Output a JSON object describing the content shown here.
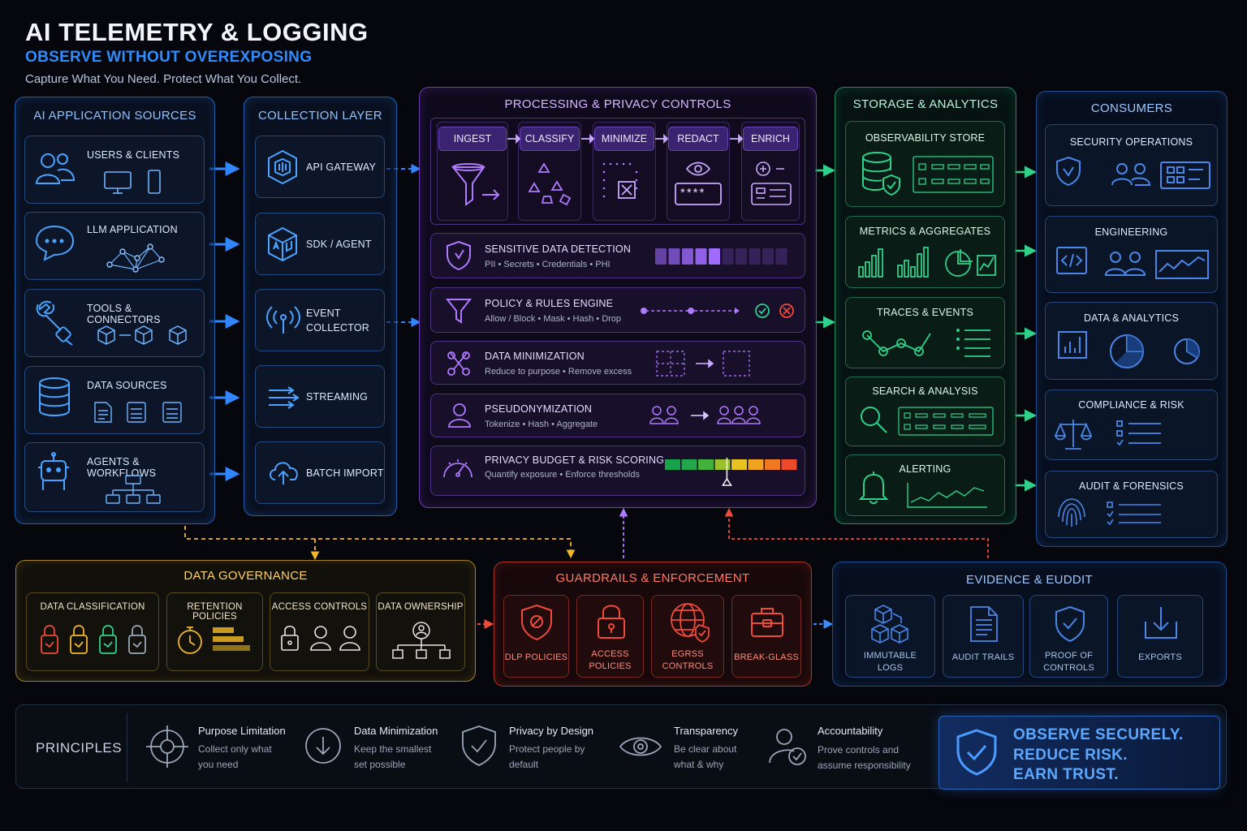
{
  "header": {
    "title": "AI TELEMETRY & LOGGING",
    "subtitle": "OBSERVE WITHOUT OVEREXPOSING",
    "tagline": "Capture What You Need. Protect What You Collect."
  },
  "sources": {
    "title": "AI APPLICATION SOURCES",
    "items": [
      {
        "label": "USERS & CLIENTS",
        "icon": "users-icon"
      },
      {
        "label": "LLM APPLICATION",
        "icon": "chat-icon"
      },
      {
        "label": "TOOLS & CONNECTORS",
        "icon": "wrench-icon"
      },
      {
        "label": "DATA SOURCES",
        "icon": "database-icon"
      },
      {
        "label": "AGENTS & WORKFLOWS",
        "icon": "robot-icon"
      }
    ]
  },
  "collection": {
    "title": "COLLECTION LAYER",
    "items": [
      {
        "label": "API GATEWAY",
        "icon": "gateway-cube-icon"
      },
      {
        "label": "SDK / AGENT",
        "icon": "sdk-cube-icon"
      },
      {
        "label_line1": "EVENT",
        "label_line2": "COLLECTOR",
        "icon": "broadcast-icon"
      },
      {
        "label": "STREAMING",
        "icon": "stream-icon"
      },
      {
        "label": "BATCH IMPORT",
        "icon": "cloud-upload-icon"
      }
    ]
  },
  "processing": {
    "title": "PROCESSING & PRIVACY CONTROLS",
    "stages": [
      "INGEST",
      "CLASSIFY",
      "MINIMIZE",
      "REDACT",
      "ENRICH"
    ],
    "redact_mask": "****",
    "controls": [
      {
        "title": "SENSITIVE DATA DETECTION",
        "subtitle": "PII • Secrets • Credentials • PHI"
      },
      {
        "title": "POLICY & RULES ENGINE",
        "subtitle": "Allow / Block • Mask • Hash • Drop"
      },
      {
        "title": "DATA MINIMIZATION",
        "subtitle": "Reduce to purpose • Remove excess"
      },
      {
        "title": "PSEUDONYMIZATION",
        "subtitle": "Tokenize • Hash • Aggregate"
      },
      {
        "title": "PRIVACY BUDGET & RISK SCORING",
        "subtitle": "Quantify exposure • Enforce thresholds"
      }
    ],
    "detection_level": 0.5,
    "risk_level": 0.47
  },
  "storage": {
    "title": "STORAGE & ANALYTICS",
    "items": [
      "OBSERVABILITY STORE",
      "METRICS & AGGREGATES",
      "TRACES & EVENTS",
      "SEARCH & ANALYSIS",
      "ALERTING"
    ]
  },
  "consumers": {
    "title": "CONSUMERS",
    "items": [
      "SECURITY OPERATIONS",
      "ENGINEERING",
      "DATA & ANALYTICS",
      "COMPLIANCE & RISK",
      "AUDIT & FORENSICS"
    ]
  },
  "governance": {
    "title": "DATA GOVERNANCE",
    "items": [
      "DATA CLASSIFICATION",
      "RETENTION POLICIES",
      "ACCESS CONTROLS",
      "DATA OWNERSHIP"
    ]
  },
  "guardrails": {
    "title": "GUARDRAILS & ENFORCEMENT",
    "items": [
      {
        "line1": "DLP POLICIES",
        "line2": ""
      },
      {
        "line1": "ACCESS",
        "line2": "POLICIES"
      },
      {
        "line1": "EGRSS",
        "line2": "CONTROLS"
      },
      {
        "line1": "BREAK-GLASS",
        "line2": ""
      }
    ]
  },
  "evidence": {
    "title": "EVIDENCE & EUDDIT",
    "items": [
      {
        "line1": "IMMUTABLE",
        "line2": "LOGS"
      },
      {
        "line1": "AUDIT TRAILS",
        "line2": ""
      },
      {
        "line1": "PROOF OF",
        "line2": "CONTROLS"
      },
      {
        "line1": "EXPORTS",
        "line2": ""
      }
    ]
  },
  "principles": {
    "label": "PRINCIPLES",
    "items": [
      {
        "title": "Purpose Limitation",
        "line1": "Collect only what",
        "line2": "you need"
      },
      {
        "title": "Data Minimization",
        "line1": "Keep the smallest",
        "line2": "set possible"
      },
      {
        "title": "Privacy by Design",
        "line1": "Protect people by",
        "line2": "default"
      },
      {
        "title": "Transparency",
        "line1": "Be clear about",
        "line2": "what & why"
      },
      {
        "title": "Accountability",
        "line1": "Prove controls and",
        "line2": "assume responsibility"
      }
    ]
  },
  "callout": {
    "line1": "OBSERVE SECURELY.",
    "line2": "REDUCE RISK.",
    "line3": "EARN TRUST."
  },
  "colors": {
    "blue": "#3b8cff",
    "purple": "#a06bff",
    "green": "#2fd18a",
    "yellow": "#f2b62e",
    "red": "#f04a3a",
    "navy": "#4a86e8"
  }
}
